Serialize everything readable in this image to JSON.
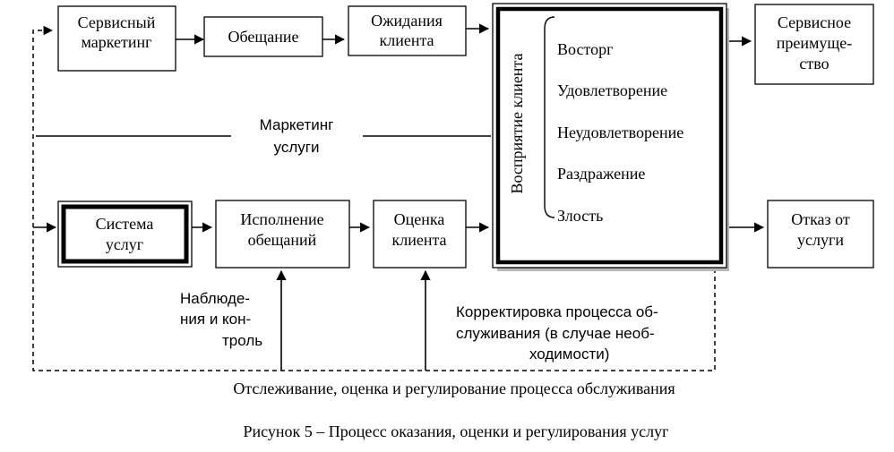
{
  "boxes": {
    "service_marketing": [
      "Сервисный",
      "маркетинг"
    ],
    "promise": [
      "Обещание"
    ],
    "expectations": [
      "Ожидания",
      "клиента"
    ],
    "advantage": [
      "Сервисное",
      "преимуще-",
      "ство"
    ],
    "service_system": [
      "Система",
      "услуг"
    ],
    "fulfillment": [
      "Исполнение",
      "обещаний"
    ],
    "evaluation": [
      "Оценка",
      "клиента"
    ],
    "refusal": [
      "Отказ от",
      "услуги"
    ]
  },
  "perception": {
    "title": "Восприятие клиента",
    "items": [
      "Восторг",
      "Удовлетворение",
      "Неудовлетворение",
      "Раздражение",
      "Злость"
    ]
  },
  "labels": {
    "marketing": [
      "Маркетинг",
      "услуги"
    ],
    "monitoring": [
      "Наблюде-",
      "ния и кон-",
      "троль"
    ],
    "correction": [
      "Корректировка процесса об-",
      "служивания (в случае необ-",
      "ходимости)"
    ],
    "tracking": "Отслеживание, оценка и регулирование процесса обслуживания"
  },
  "caption": "Рисунок 5 – Процесс оказания, оценки и регулирования услуг"
}
